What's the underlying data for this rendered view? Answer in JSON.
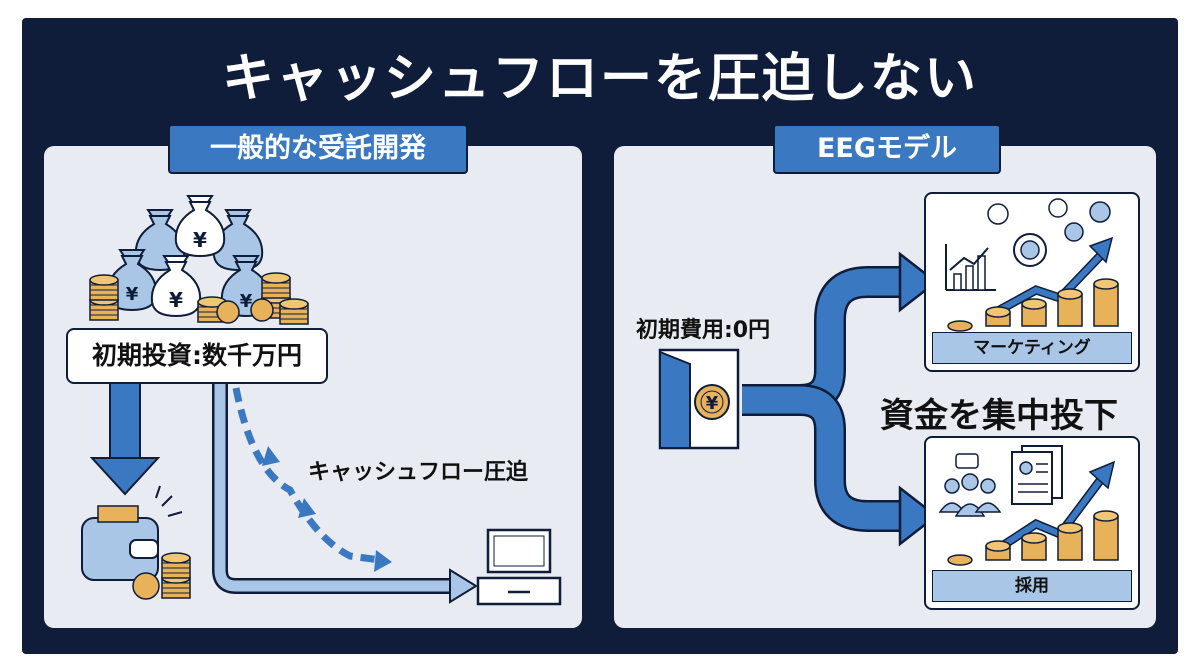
{
  "title": "キャッシュフローを圧迫しない",
  "left_panel": {
    "tag": "一般的な受託開発",
    "label": "初期投資:数千万円",
    "flow_label": "キャッシュフロー圧迫"
  },
  "right_panel": {
    "tag": "EEGモデル",
    "initial_cost": "初期費用:0円",
    "invest_label": "資金を集中投下",
    "cards": [
      {
        "label": "マーケティング"
      },
      {
        "label": "採用"
      }
    ]
  },
  "currency_symbol": "¥",
  "colors": {
    "background": "#0f1d3a",
    "accent": "#3a78c2",
    "panel": "#e8ebf1",
    "coin": "#e7b25a"
  }
}
